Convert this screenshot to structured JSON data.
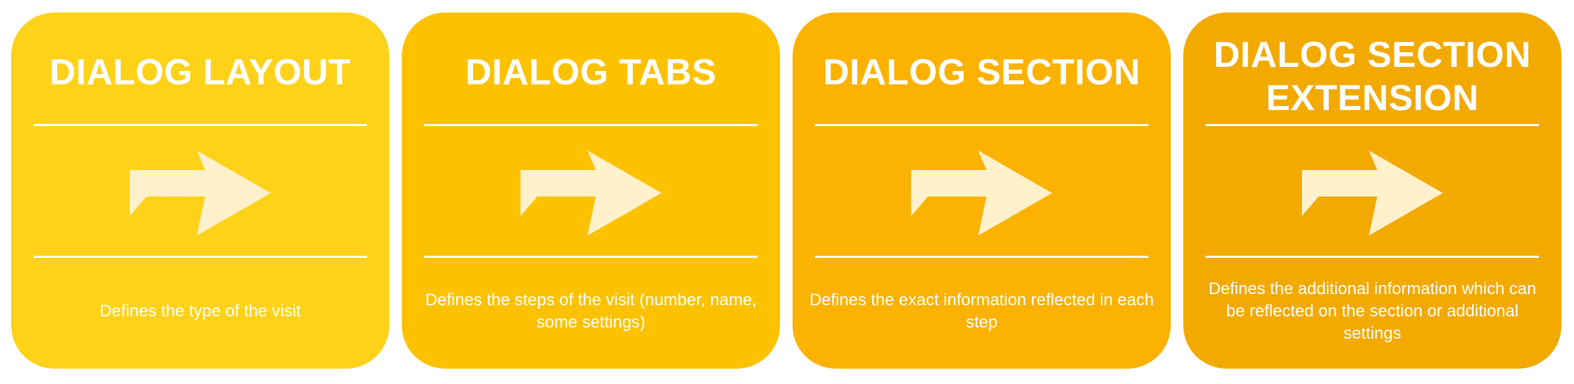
{
  "cards": [
    {
      "title": "DIALOG LAYOUT",
      "description": "Defines the type of the visit",
      "color": "#fdd219"
    },
    {
      "title": "DIALOG TABS",
      "description": "Defines the steps of the visit (number, name, some settings)",
      "color": "#fcc200"
    },
    {
      "title": "DIALOG SECTION",
      "description": "Defines the exact information reflected in each step",
      "color": "#fbb200"
    },
    {
      "title": "DIALOG SECTION EXTENSION",
      "description": "Defines the additional information which can be reflected on the section or additional settings",
      "color": "#f2a900"
    }
  ],
  "arrow_color": "#fff1cc",
  "arrow_icon": "right-arrow-icon"
}
